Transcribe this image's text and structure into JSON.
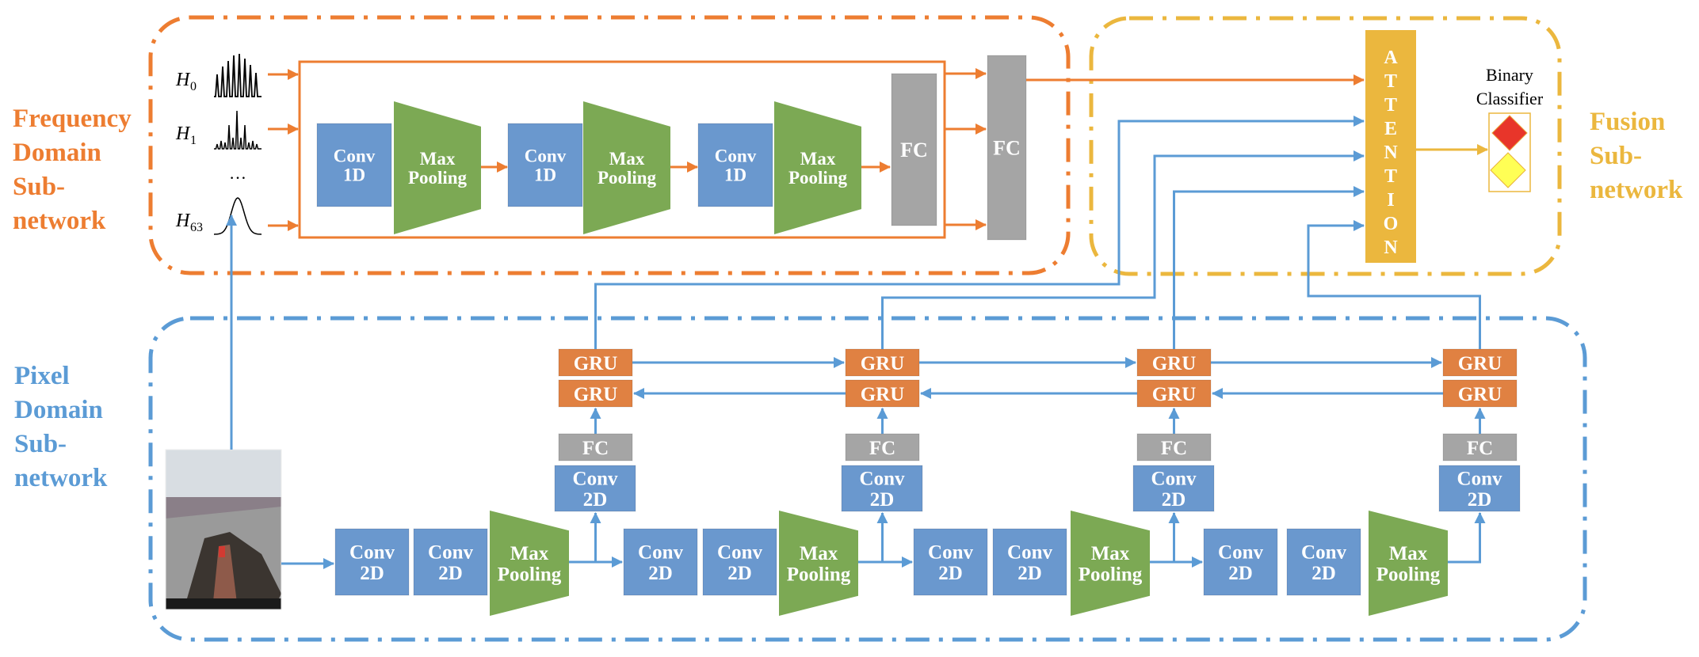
{
  "colors": {
    "orange": "#ED7D31",
    "blue": "#5B9BD5",
    "blue_box": "#6A98CE",
    "green": "#7CA954",
    "gray": "#A5A5A5",
    "gru": "#E08142",
    "attention": "#EBB73E",
    "fusion": "#EBB73E",
    "red_diamond": "#E8352A",
    "yellow_diamond": "#FFFF55"
  },
  "labels": {
    "frequency": [
      "Frequency",
      "Domain",
      "Sub-",
      "network"
    ],
    "pixel": [
      "Pixel",
      "Domain",
      "Sub-",
      "network"
    ],
    "fusion": [
      "Fusion",
      "Sub-",
      "network"
    ]
  },
  "frequency": {
    "inputs": [
      {
        "symbol": "H",
        "sub": "0",
        "signal": "comb-spectrum-icon"
      },
      {
        "symbol": "H",
        "sub": "1",
        "signal": "sinc-spectrum-icon"
      },
      {
        "symbol": "H",
        "sub": "63",
        "signal": "gaussian-spectrum-icon"
      }
    ],
    "ellipsis": "…",
    "blocks": [
      {
        "type": "conv",
        "lines": [
          "Conv",
          "1D"
        ]
      },
      {
        "type": "pool",
        "lines": [
          "Max",
          "Pooling"
        ]
      },
      {
        "type": "conv",
        "lines": [
          "Conv",
          "1D"
        ]
      },
      {
        "type": "pool",
        "lines": [
          "Max",
          "Pooling"
        ]
      },
      {
        "type": "conv",
        "lines": [
          "Conv",
          "1D"
        ]
      },
      {
        "type": "pool",
        "lines": [
          "Max",
          "Pooling"
        ]
      }
    ],
    "fc_inner": "FC",
    "fc_outer": "FC"
  },
  "pixel": {
    "stages": [
      {
        "conv_a": [
          "Conv",
          "2D"
        ],
        "conv_b": [
          "Conv",
          "2D"
        ],
        "pool": [
          "Max",
          "Pooling"
        ]
      },
      {
        "conv_a": [
          "Conv",
          "2D"
        ],
        "conv_b": [
          "Conv",
          "2D"
        ],
        "pool": [
          "Max",
          "Pooling"
        ]
      },
      {
        "conv_a": [
          "Conv",
          "2D"
        ],
        "conv_b": [
          "Conv",
          "2D"
        ],
        "pool": [
          "Max",
          "Pooling"
        ]
      },
      {
        "conv_a": [
          "Conv",
          "2D"
        ],
        "conv_b": [
          "Conv",
          "2D"
        ],
        "pool": [
          "Max",
          "Pooling"
        ]
      }
    ],
    "branches": [
      {
        "conv": [
          "Conv",
          "2D"
        ],
        "fc": "FC",
        "gru_fwd": "GRU",
        "gru_bwd": "GRU"
      },
      {
        "conv": [
          "Conv",
          "2D"
        ],
        "fc": "FC",
        "gru_fwd": "GRU",
        "gru_bwd": "GRU"
      },
      {
        "conv": [
          "Conv",
          "2D"
        ],
        "fc": "FC",
        "gru_fwd": "GRU",
        "gru_bwd": "GRU"
      },
      {
        "conv": [
          "Conv",
          "2D"
        ],
        "fc": "FC",
        "gru_fwd": "GRU",
        "gru_bwd": "GRU"
      }
    ],
    "input_image": "road-sinkhole-photo"
  },
  "fusion": {
    "attention_letters": [
      "A",
      "T",
      "T",
      "E",
      "N",
      "T",
      "I",
      "O",
      "N"
    ],
    "classifier_title": [
      "Binary",
      "Classifier"
    ]
  }
}
